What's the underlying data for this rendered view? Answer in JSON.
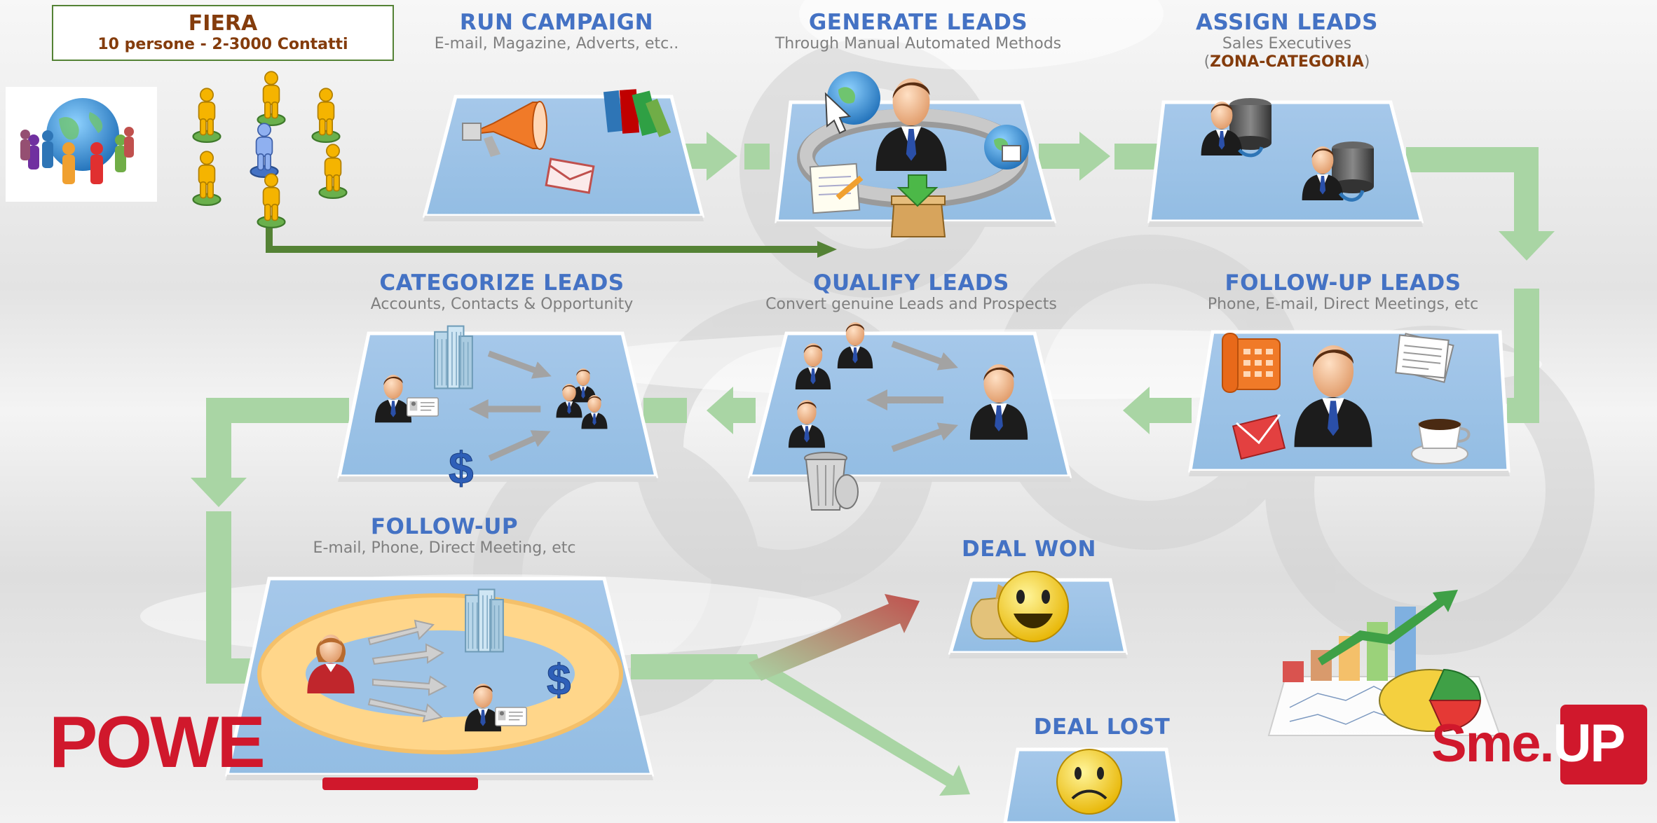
{
  "fiera": {
    "title": "FIERA",
    "subtitle": "10 persone - 2-3000 Contatti"
  },
  "stages": {
    "run_campaign": {
      "title": "RUN CAMPAIGN",
      "subtitle": "E-mail, Magazine, Adverts, etc.."
    },
    "generate_leads": {
      "title": "GENERATE LEADS",
      "subtitle": "Through Manual Automated Methods"
    },
    "assign_leads": {
      "title": "ASSIGN LEADS",
      "subtitle": "Sales Executives",
      "detail_open": "(",
      "detail_accent": "ZONA-CATEGORIA",
      "detail_close": ")"
    },
    "categorize_leads": {
      "title": "CATEGORIZE LEADS",
      "subtitle": "Accounts, Contacts & Opportunity"
    },
    "qualify_leads": {
      "title": "QUALIFY LEADS",
      "subtitle": "Convert genuine Leads and Prospects"
    },
    "follow_up_leads": {
      "title": "FOLLOW-UP LEADS",
      "subtitle": "Phone, E-mail, Direct Meetings, etc"
    },
    "follow_up": {
      "title": "FOLLOW-UP",
      "subtitle": "E-mail, Phone, Direct Meeting, etc"
    },
    "deal_won": {
      "title": "DEAL WON"
    },
    "deal_lost": {
      "title": "DEAL LOST"
    }
  },
  "brand": {
    "left": "POWE",
    "right": "Sme.UP",
    "right_part1": "Sme.",
    "right_part2": "UP"
  },
  "colors": {
    "title_blue": "#4472c4",
    "subtitle_gray": "#7f7f7f",
    "accent_brown": "#843c0c",
    "platform_blue": "#9dc3e6",
    "flow_green": "#a9d5a4",
    "dark_green": "#548235",
    "brand_red": "#d0182c"
  },
  "icons": [
    "globe-people-icon",
    "person-figure-icon",
    "megaphone-icon",
    "books-icon",
    "envelope-icon",
    "businessman-icon",
    "globe-cursor-icon",
    "notepad-icon",
    "download-box-icon",
    "database-user-icon",
    "buildings-icon",
    "business-card-icon",
    "dollar-icon",
    "trash-can-icon",
    "telephone-icon",
    "newspaper-icon",
    "coffee-cup-icon",
    "businesswoman-icon",
    "smiley-happy-icon",
    "smiley-sad-icon",
    "money-bag-icon",
    "chart-graphics-icon"
  ]
}
